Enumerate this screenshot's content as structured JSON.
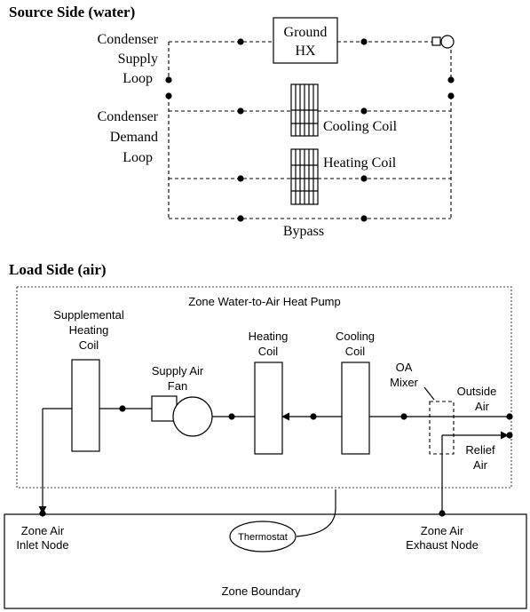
{
  "source_side": {
    "heading": "Source Side (water)",
    "supply_loop_label": [
      "Condenser",
      "Supply",
      "Loop"
    ],
    "demand_loop_label": [
      "Condenser",
      "Demand",
      "Loop"
    ],
    "ground_hx_label": [
      "Ground",
      "HX"
    ],
    "cooling_coil_label": "Cooling Coil",
    "heating_coil_label": "Heating Coil",
    "bypass_label": "Bypass"
  },
  "load_side": {
    "heading": "Load Side (air)",
    "heat_pump_label": "Zone Water-to-Air Heat Pump",
    "supplemental_heating_coil_label": [
      "Supplemental",
      "Heating",
      "Coil"
    ],
    "supply_air_fan_label": [
      "Supply Air",
      "Fan"
    ],
    "heating_coil_label": [
      "Heating",
      "Coil"
    ],
    "cooling_coil_label": [
      "Cooling",
      "Coil"
    ],
    "oa_mixer_label": [
      "OA",
      "Mixer"
    ],
    "outside_air_label": [
      "Outside",
      "Air"
    ],
    "relief_air_label": [
      "Relief",
      "Air"
    ],
    "zone_air_inlet_label": [
      "Zone Air",
      "Inlet Node"
    ],
    "zone_air_exhaust_label": [
      "Zone Air",
      "Exhaust Node"
    ],
    "thermostat_label": "Thermostat",
    "zone_boundary_label": "Zone Boundary"
  }
}
